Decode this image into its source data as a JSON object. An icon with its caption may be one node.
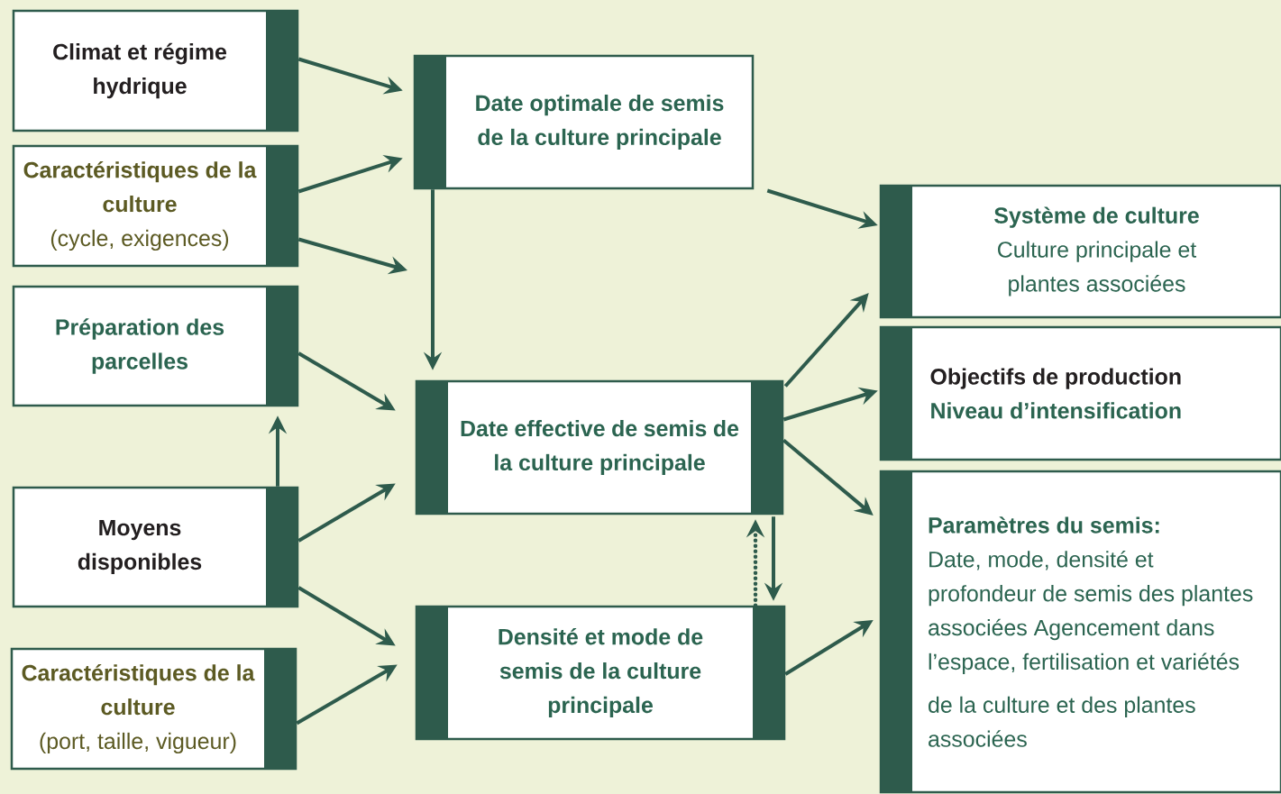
{
  "diagram": {
    "nodes": [
      {
        "text": [
          "Climat et régime hydrique"
        ]
      },
      {
        "text": [
          "Caractéristiques de la culture",
          "(cycle, exigences)"
        ]
      },
      {
        "text": [
          "Préparation des parcelles"
        ]
      },
      {
        "text": [
          "Moyens disponibles"
        ]
      },
      {
        "text": [
          "Caractéristiques de la culture",
          "(port, taille, vigueur)"
        ]
      },
      {
        "text": [
          "Date optimale de semis de la culture principale"
        ]
      },
      {
        "text": [
          "Date effective de semis de la culture principale"
        ]
      },
      {
        "text": [
          "Densité et mode de semis de la culture principale"
        ]
      },
      {
        "text": [
          "Système de culture",
          "Culture principale et plantes associées"
        ]
      },
      {
        "text": [
          "Objectifs de production",
          "Niveau d’intensification"
        ]
      },
      {
        "text": [
          "Paramètres du semis:",
          "Date, mode, densité et profondeur de semis des plantes associées Agencement dans l’espace, fertilisation et variétés",
          "de la culture et des plantes associées"
        ]
      }
    ],
    "edges": [
      {
        "from": 0,
        "to": 5,
        "arrow": "to"
      },
      {
        "from": 1,
        "to": 5,
        "arrow": "to"
      },
      {
        "from": 1,
        "to": null,
        "arrow": "to"
      },
      {
        "from": 5,
        "to": 6,
        "arrow": "to"
      },
      {
        "from": 5,
        "to": 8,
        "arrow": "to"
      },
      {
        "from": 2,
        "to": 6,
        "arrow": "to"
      },
      {
        "from": 3,
        "to": 2,
        "arrow": "to"
      },
      {
        "from": 3,
        "to": 6,
        "arrow": "to"
      },
      {
        "from": 3,
        "to": 7,
        "arrow": "to"
      },
      {
        "from": 4,
        "to": 7,
        "arrow": "to"
      },
      {
        "from": 6,
        "to": 8,
        "arrow": "to"
      },
      {
        "from": 6,
        "to": 9,
        "arrow": "to"
      },
      {
        "from": 6,
        "to": 10,
        "arrow": "to"
      },
      {
        "from": 6,
        "to": 7,
        "arrow": "to"
      },
      {
        "from": 7,
        "to": 6,
        "arrow": "to",
        "style": "dashed"
      },
      {
        "from": 7,
        "to": 10,
        "arrow": "to"
      }
    ]
  }
}
